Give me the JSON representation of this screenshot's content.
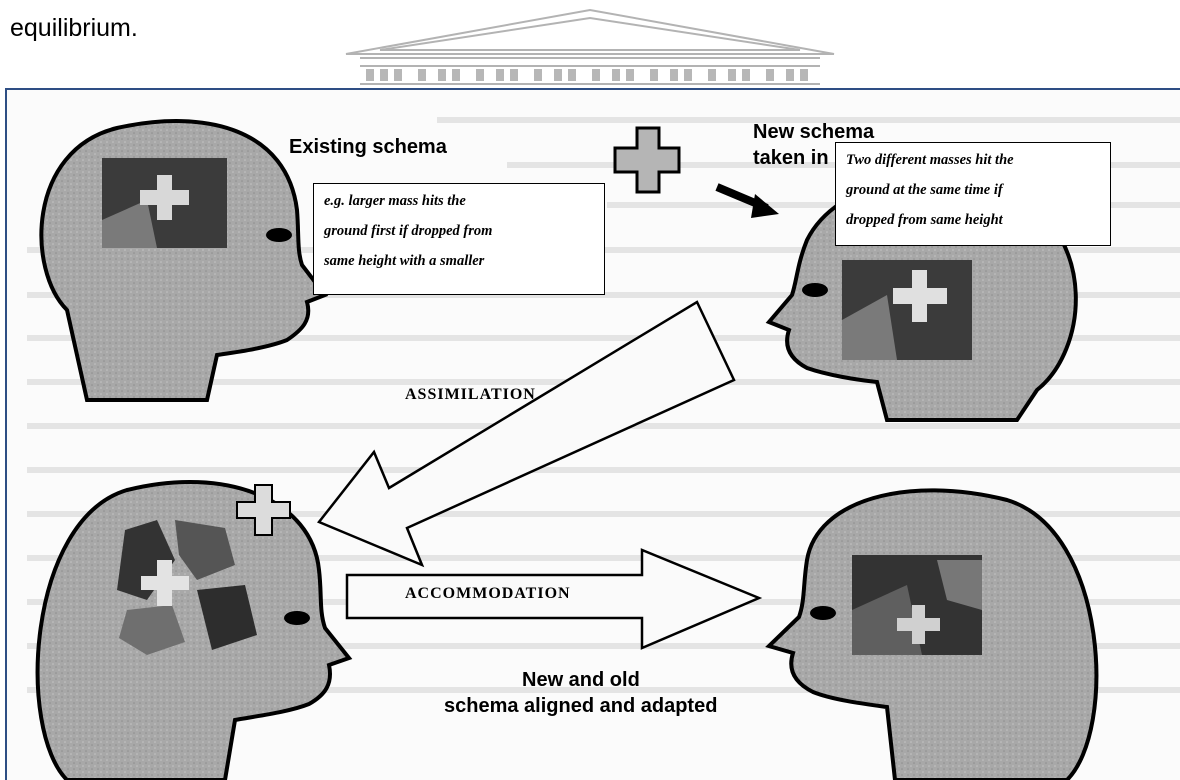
{
  "intro_text": "equilibrium.",
  "labels": {
    "existing_schema": "Existing schema",
    "new_schema_line1": "New schema",
    "new_schema_line2": "taken in",
    "aligned_line1": "New and old",
    "aligned_line2": "schema aligned and adapted"
  },
  "callouts": {
    "existing": [
      "e.g. larger mass hits the",
      "ground first if dropped from",
      "same height with a smaller"
    ],
    "new": [
      "Two different masses hit the",
      "ground at the same time if",
      "dropped from same height"
    ]
  },
  "arrows": {
    "assimilation": "ASSIMILATION",
    "accommodation": "ACCOMMODATION"
  },
  "colors": {
    "frame_border": "#2e4e84",
    "head_fill": "#a9a9a9",
    "watermark": "#a0a0a0"
  }
}
